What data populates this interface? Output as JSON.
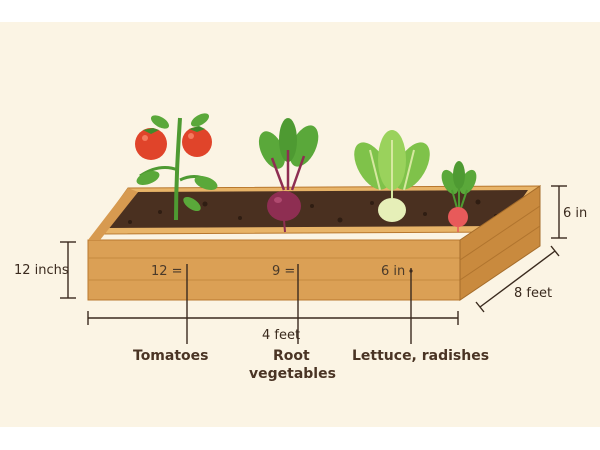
{
  "dimensions": {
    "height_left": "12 inchs",
    "height_right": "6 in",
    "depth": "8 feet",
    "length": "4 feet"
  },
  "bed_labels": [
    "12 =",
    "9 =",
    "6 in"
  ],
  "plant_labels": {
    "tomatoes": "Tomatoes",
    "root_line1": "Root",
    "root_line2": "vegetables",
    "lettuce": "Lettuce, radishes"
  },
  "colors": {
    "background": "#fbf4e4",
    "wood_front": "#dba055",
    "wood_side": "#c98a3e",
    "wood_top": "#e8b468",
    "soil": "#4a3020",
    "tomato": "#e0442a",
    "leaf": "#5aa83a",
    "beet": "#8e2e52",
    "radish": "#e85a5a"
  },
  "icons": [
    "tomato-plant-icon",
    "beet-plant-icon",
    "lettuce-icon",
    "radish-icon"
  ]
}
